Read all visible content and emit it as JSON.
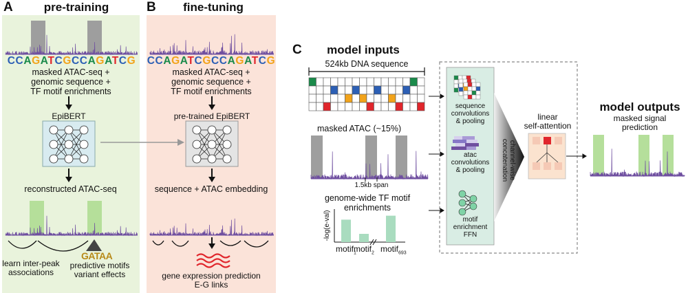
{
  "colors": {
    "panelA_bg": "#e9f3dc",
    "panelB_bg": "#fbe3d9",
    "atac_track": "#6f4fa0",
    "masked": "#9e9e9e",
    "highlight": "#a8d98a",
    "seq_green": "#1a8a4a",
    "seq_blue": "#2c5fb5",
    "seq_orange": "#f2a31a",
    "seq_red": "#e0262c",
    "ffn_node": "#7fd3a6",
    "attention_box": "#fbe3cf",
    "gene_wave": "#e0262c"
  },
  "panelA": {
    "letter": "A",
    "title": "pre-training",
    "sequence": [
      {
        "b": "C",
        "c": "blue"
      },
      {
        "b": "C",
        "c": "blue"
      },
      {
        "b": "A",
        "c": "green"
      },
      {
        "b": "G",
        "c": "orange"
      },
      {
        "b": "A",
        "c": "green"
      },
      {
        "b": "T",
        "c": "red"
      },
      {
        "b": "C",
        "c": "blue"
      },
      {
        "b": "G",
        "c": "orange"
      },
      {
        "b": "C",
        "c": "blue"
      },
      {
        "b": "C",
        "c": "blue"
      },
      {
        "b": "A",
        "c": "green"
      },
      {
        "b": "G",
        "c": "orange"
      },
      {
        "b": "A",
        "c": "green"
      },
      {
        "b": "T",
        "c": "red"
      },
      {
        "b": "C",
        "c": "blue"
      },
      {
        "b": "G",
        "c": "orange"
      }
    ],
    "input_line1": "masked ATAC-seq +",
    "input_line2": "genomic sequence +",
    "input_line3": "TF motif enrichments",
    "model_label": "EpiBERT",
    "output_label": "reconstructed ATAC-seq",
    "bottom_left_line1": "learn inter-peak",
    "bottom_left_line2": "associations",
    "logo_text": "GATAA",
    "bottom_right_line1": "predictive motifs",
    "bottom_right_line2": "variant effects"
  },
  "panelB": {
    "letter": "B",
    "title": "fine-tuning",
    "sequence": [
      {
        "b": "C",
        "c": "blue"
      },
      {
        "b": "C",
        "c": "blue"
      },
      {
        "b": "A",
        "c": "green"
      },
      {
        "b": "G",
        "c": "orange"
      },
      {
        "b": "A",
        "c": "green"
      },
      {
        "b": "T",
        "c": "red"
      },
      {
        "b": "C",
        "c": "blue"
      },
      {
        "b": "G",
        "c": "orange"
      },
      {
        "b": "C",
        "c": "blue"
      },
      {
        "b": "C",
        "c": "blue"
      },
      {
        "b": "A",
        "c": "green"
      },
      {
        "b": "G",
        "c": "orange"
      },
      {
        "b": "A",
        "c": "green"
      },
      {
        "b": "T",
        "c": "red"
      },
      {
        "b": "C",
        "c": "blue"
      },
      {
        "b": "G",
        "c": "orange"
      }
    ],
    "input_line1": "masked ATAC-seq +",
    "input_line2": "genomic sequence +",
    "input_line3": "TF motif enrichments",
    "model_label": "pre-trained EpiBERT",
    "embedding_label": "sequence + ATAC embedding",
    "output_line1": "gene expression prediction",
    "output_line2": "E-G links"
  },
  "panelC": {
    "letter": "C",
    "inputs_title": "model inputs",
    "dna_label": "524kb DNA sequence",
    "atac_label": "masked ATAC (~15%)",
    "span_label": "1.5kb span",
    "motif_title_line1": "genome-wide TF motif",
    "motif_title_line2": "enrichments",
    "motif_ylabel": "-log(e-val)",
    "motif_bars": [
      {
        "label": "motif",
        "sub": "1",
        "value": 0.68
      },
      {
        "label": "motif",
        "sub": "2",
        "value": 0.25
      },
      {
        "label": "motif",
        "sub": "693",
        "value": 0.8
      }
    ],
    "seq_conv_line1": "sequence",
    "seq_conv_line2": "convolutions",
    "seq_conv_line3": "& pooling",
    "atac_conv_line1": "atac",
    "atac_conv_line2": "convolutions",
    "atac_conv_line3": "& pooling",
    "ffn_line1": "motif",
    "ffn_line2": "enrichment",
    "ffn_line3": "FFN",
    "concat_label_line1": "channel-wise",
    "concat_label_line2": "concatenation",
    "attention_line1": "linear",
    "attention_line2": "self-attention",
    "outputs_title": "model outputs",
    "outputs_line1": "masked signal",
    "outputs_line2": "prediction"
  }
}
